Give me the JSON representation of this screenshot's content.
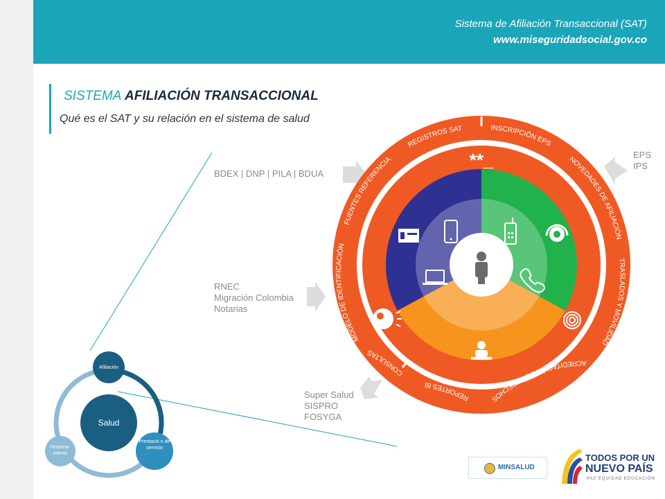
{
  "header": {
    "line1": "Sistema de Afiliación Transaccional (SAT)",
    "line2": "www.miseguridadsocial.gov.co"
  },
  "title": {
    "accent": "SISTEMA",
    "rest": " AFILIACIÓN TRANSACCIONAL",
    "subtitle": "Qué es el SAT y su relación en el sistema de salud"
  },
  "cycle": {
    "center": "Salud",
    "nodes": [
      {
        "label": "Afiliación"
      },
      {
        "label": "Prestació n de servicio"
      },
      {
        "label": "Financia- miento"
      }
    ]
  },
  "wheel": {
    "ring_labels": [
      "REGISTROS SAT",
      "INSCRIPCIÓN EPS",
      "NOVEDADES DE AFILIACIÓN",
      "TRASLADOS Y MOVILIDAD",
      "ACREDITACIÓN DE DERECHOS",
      "REPORTES BI",
      "CONSULTAS",
      "MODELO DE IDENTIFICACIÓN",
      "FUENTES REFERENCIA"
    ],
    "top_icon_text": "**_"
  },
  "side_labels": {
    "top_left": "BDEX  |  DNP  |  PILA  |  BDUA",
    "middle_left": [
      "RNEC",
      "Migración Colombia",
      "Notarias"
    ],
    "bottom_left": [
      "Super Salud",
      "SISPRO",
      "FOSYGA"
    ],
    "right": [
      "EPS",
      "IPS"
    ]
  },
  "footer": {
    "minsalud": "MINSALUD",
    "gov_line1": "TODOS POR UN",
    "gov_line2": "NUEVO PAÍS",
    "gov_line3": "PAZ  EQUIDAD  EDUCACIÓN"
  },
  "colors": {
    "teal": "#1ba5b9",
    "orange_ring": "#ef5a24",
    "navy": "#2e3192",
    "green": "#22b24c",
    "light_orange": "#f7941d",
    "cycle_dark": "#1a5f82",
    "cycle_mid": "#2f8fbf",
    "cycle_light": "#8dbcd4"
  }
}
